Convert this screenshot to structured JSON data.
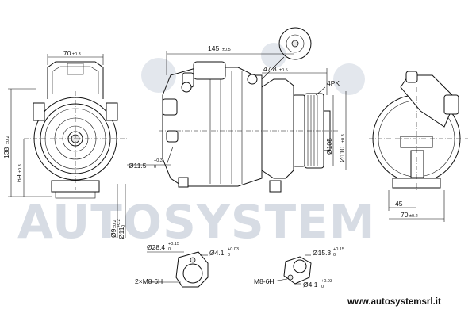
{
  "watermark": "AUTOSYSTEM",
  "website": "www.autosystemsrl.it",
  "dimensions": {
    "left_width": {
      "main": "70",
      "tol": "±0.3"
    },
    "left_height": {
      "main": "138",
      "tol": "±0.2"
    },
    "left_inner_height": {
      "main": "69",
      "tol": "±0.3"
    },
    "center_length": {
      "main": "145",
      "tol": "±0.5"
    },
    "center_offset": {
      "main": "47.8",
      "tol": "±0.5"
    },
    "belt": "4PK",
    "pulley_d1": "Ø105",
    "pulley_d2": {
      "main": "Ø110",
      "tol": "±0.3"
    },
    "hole_d": {
      "main": "Ø11.5",
      "tol_up": "+0.3",
      "tol_down": "0"
    },
    "bore1": {
      "main": "Ø9",
      "tol": "±0.2"
    },
    "bore2": {
      "main": "Ø11",
      "tol_up": "+0.2",
      "tol_down": "0"
    },
    "right_45": "45",
    "right_width": {
      "main": "70",
      "tol": "±0.2"
    },
    "detail1_d1": {
      "main": "Ø28.4",
      "tol_up": "+0.15",
      "tol_down": "0"
    },
    "detail1_d2": {
      "main": "Ø4.1",
      "tol_up": "+0.03",
      "tol_down": "0"
    },
    "detail1_thread": "2×M8-6H",
    "detail2_d1": {
      "main": "Ø15.3",
      "tol_up": "+0.15",
      "tol_down": "0"
    },
    "detail2_thread": "M8-6H",
    "detail2_d2": {
      "main": "Ø4.1",
      "tol_up": "+0.03",
      "tol_down": "0"
    }
  },
  "colors": {
    "line": "#111111",
    "watermark": "#d7dce4",
    "background": "#ffffff"
  }
}
